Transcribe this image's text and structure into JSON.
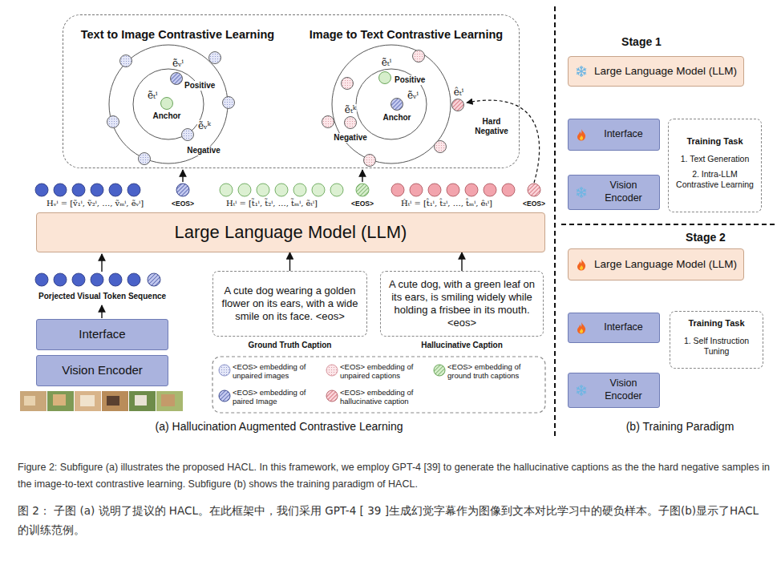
{
  "diagram": {
    "caption": "Figure 2: Subfigure (a) illustrates the proposed HACL. In this framework, we employ GPT-4 [39] to generate the hallucinative captions as the the hard negative samples in the image-to-text contrastive learning. Subfigure (b) shows the training paradigm of HACL.",
    "nodes": [
      {
        "text": [
          "Text to Image Contrastive Learning",
          "Image to Text Contrastive Learning"
        ]
      },
      {
        "text": [
          "Large Language Model (LLM)"
        ]
      },
      {
        "text": [
          "A cute dog wearing a golden flower on its ears, with a wide smile on its face. <eos>",
          "Ground Truth Caption"
        ]
      },
      {
        "text": [
          "A cute dog, with a green leaf on its ears, is smiling widely while holding a frisbee in its mouth. <eos>",
          "Hallucinative Caption"
        ]
      },
      {
        "text": [
          "Interface"
        ]
      },
      {
        "text": [
          "Vision Encoder"
        ]
      },
      {
        "text": [
          "Large Language Model (LLM)"
        ]
      },
      {
        "text": [
          "Interface"
        ]
      },
      {
        "text": [
          "Training Task",
          "1. Text Generation",
          "2. Intra-LLM Contrastive Learning"
        ]
      },
      {
        "text": [
          "Vision Encoder"
        ]
      },
      {
        "text": [
          "Large Language Model (LLM)"
        ]
      },
      {
        "text": [
          "Interface"
        ]
      },
      {
        "text": [
          "Training Task",
          "1. Self Instruction Tuning"
        ]
      },
      {
        "text": [
          "Vision Encoder"
        ]
      }
    ],
    "edges": [
      {
        "from": 2,
        "to": 1,
        "arrow": "to"
      },
      {
        "from": 3,
        "to": 1,
        "arrow": "to"
      }
    ],
    "labels": [
      "ẽᵥⁱ",
      "Positive",
      "ẽₜⁱ",
      "Anchor",
      "ẽᵥᵏ",
      "Negative",
      "ẽₜⁱ",
      "Positive",
      "ẽᵥⁱ",
      "Anchor",
      "êₜⁱ",
      "Hard Negative",
      "ẽₜᵏ",
      "Negative",
      "Hᵥⁱ = [ṽ₁ⁱ, ṽ₂ⁱ, …, ṽₘⁱ, ẽᵥⁱ]",
      "<EOS>",
      "Hₜⁱ = [t̃₁ⁱ, t̃₂ⁱ, …, t̃ₘⁱ, ẽₜⁱ]",
      "<EOS>",
      "Ĥₜⁱ = [t̂₁ⁱ, t̂₂ⁱ, …, t̂ₘⁱ, êₜⁱ]",
      "<EOS>",
      "Porjected Visual Token Sequence",
      "(a) Hallucination Augmented Contrastive Learning",
      "Stage 1",
      "Stage 2",
      "(b) Training Paradigm",
      "图 2： 子图 (a) 说明了提议的 HACL。在此框架中，我们采用 GPT-4 [ 39 ]生成幻觉字幕作为图像到文本对比学习中的硬负样本。子图(b)显示了HACL的训练范例。"
    ],
    "legend": [
      {
        "text": "<EOS> embedding of unpaired images"
      },
      {
        "text": "<EOS> embedding of unpaired captions"
      },
      {
        "text": "<EOS> embedding of ground truth captions"
      },
      {
        "text": "<EOS> embedding of paired Image"
      },
      {
        "text": "<EOS> embedding of hallucinative caption"
      }
    ]
  }
}
